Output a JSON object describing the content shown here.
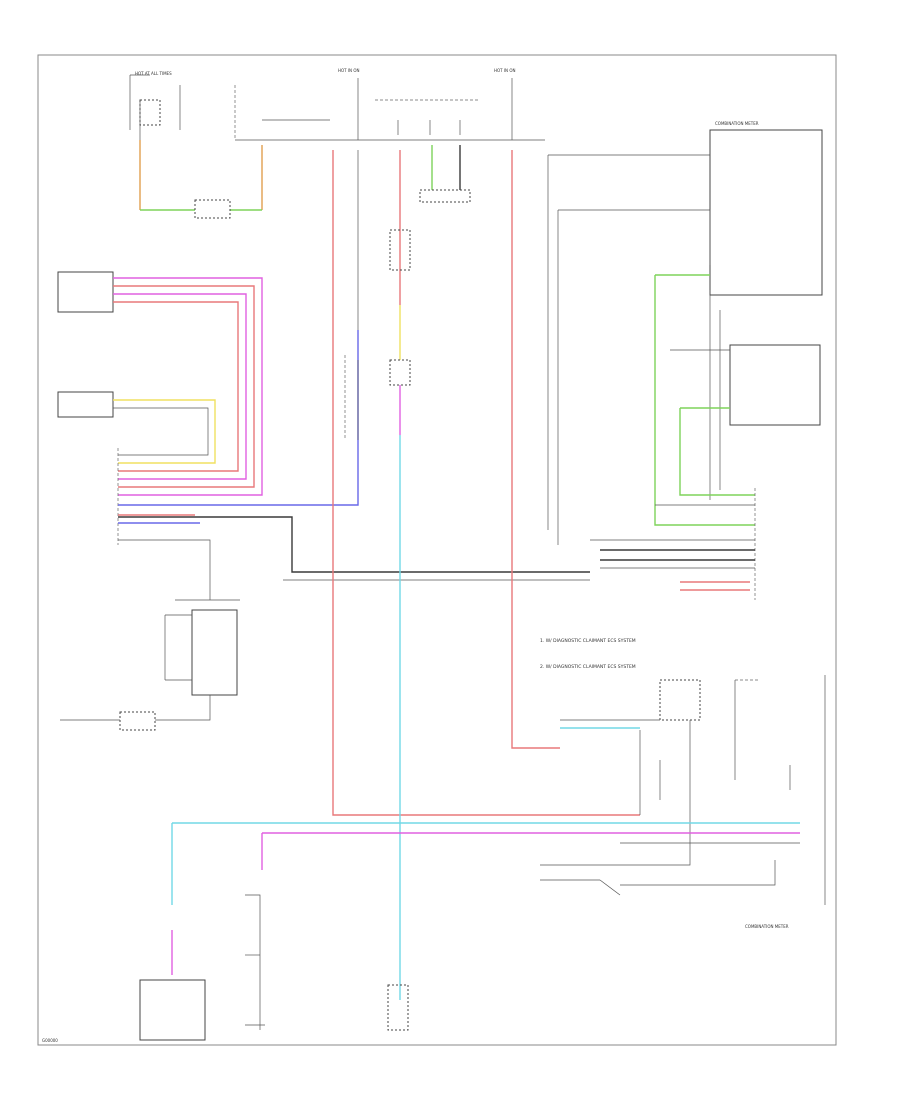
{
  "colors": {
    "red": "#e8787a",
    "pink": "#e060e0",
    "yellow": "#f0e060",
    "green": "#7ed35a",
    "cyan": "#72d8e6",
    "blue": "#6868e8",
    "orange": "#e0a050",
    "black": "#3a3a3a",
    "gray": "#8a8a8a",
    "frame": "#444444"
  },
  "notes": {
    "note1": "1.  W/ DIAGNOSTIC CLAIMANT ECS SYSTEM",
    "note2": "2.  W/ DIAGNOSTIC CLAIMANT ECS SYSTEM"
  },
  "labels": {
    "fuse_left": "HOT AT ALL TIMES",
    "fuse_mid": "HOT IN ON",
    "fuse_right": "HOT IN ON",
    "right_top_module": "COMBINATION METER",
    "bottom_right": "COMBINATION METER",
    "corner_code": "G00000"
  }
}
